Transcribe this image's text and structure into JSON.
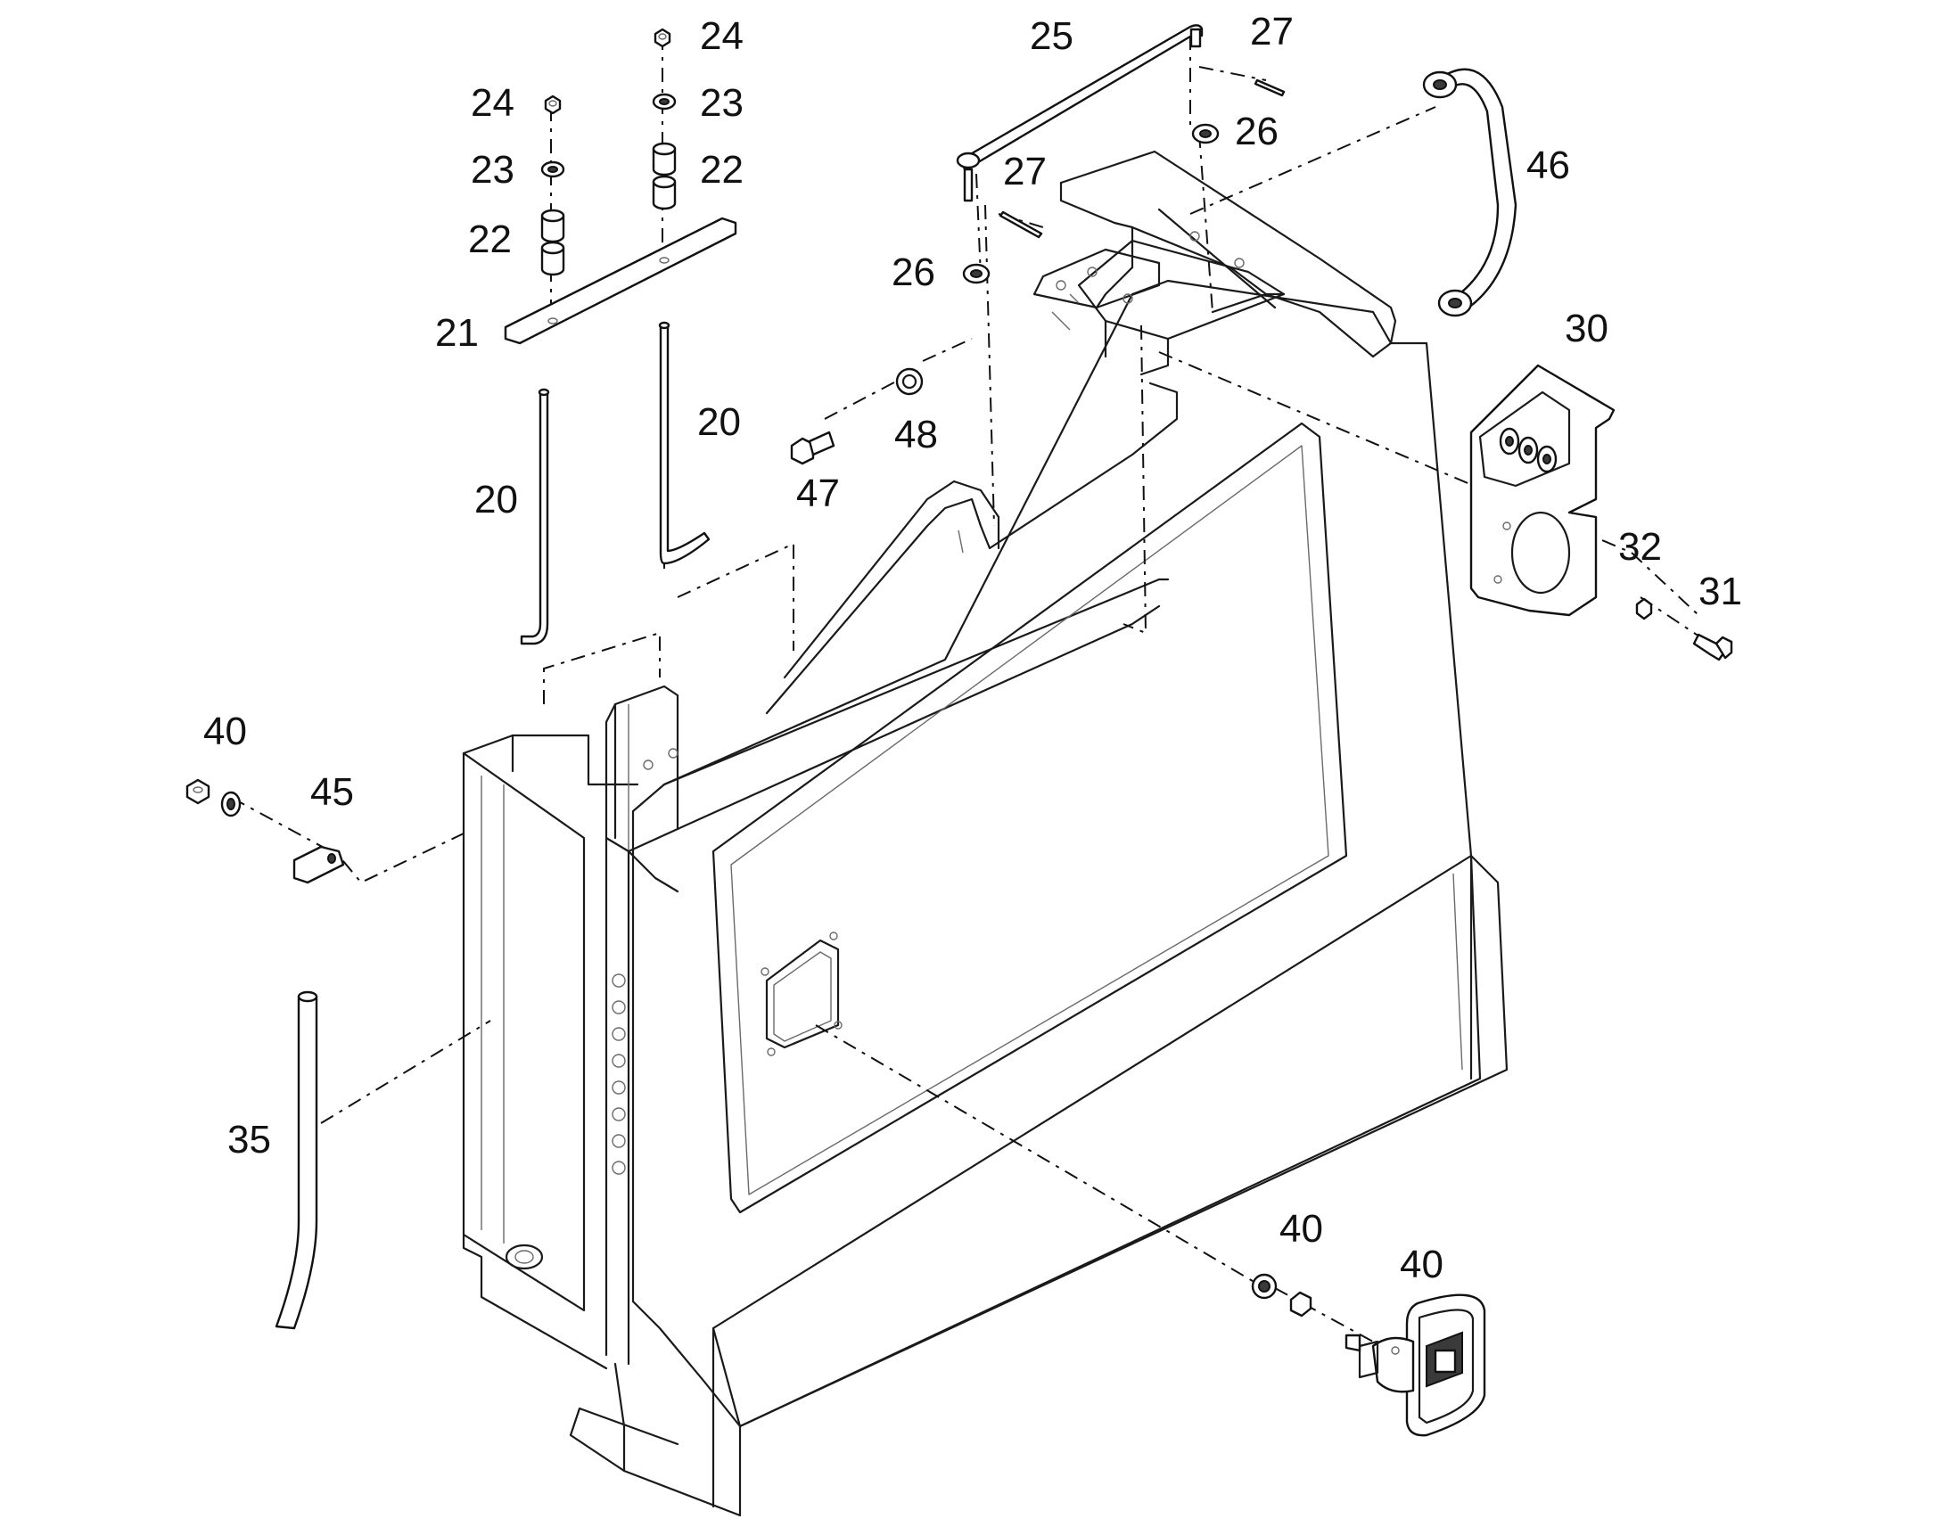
{
  "diagram": {
    "type": "exploded parts view",
    "callouts": [
      "20",
      "20",
      "21",
      "22",
      "22",
      "23",
      "23",
      "24",
      "24",
      "25",
      "26",
      "26",
      "27",
      "27",
      "30",
      "31",
      "32",
      "35",
      "40",
      "40",
      "40",
      "45",
      "46",
      "47",
      "48"
    ]
  },
  "callouts": {
    "c24_a": "24",
    "c24_b": "24",
    "c23_a": "23",
    "c23_b": "23",
    "c22_a": "22",
    "c22_b": "22",
    "c21": "21",
    "c20_a": "20",
    "c20_b": "20",
    "c25": "25",
    "c27_a": "27",
    "c27_b": "27",
    "c26_a": "26",
    "c26_b": "26",
    "c46": "46",
    "c30": "30",
    "c32": "32",
    "c31": "31",
    "c48": "48",
    "c47": "47",
    "c40_a": "40",
    "c40_b": "40",
    "c40_c": "40",
    "c45": "45",
    "c35": "35"
  }
}
